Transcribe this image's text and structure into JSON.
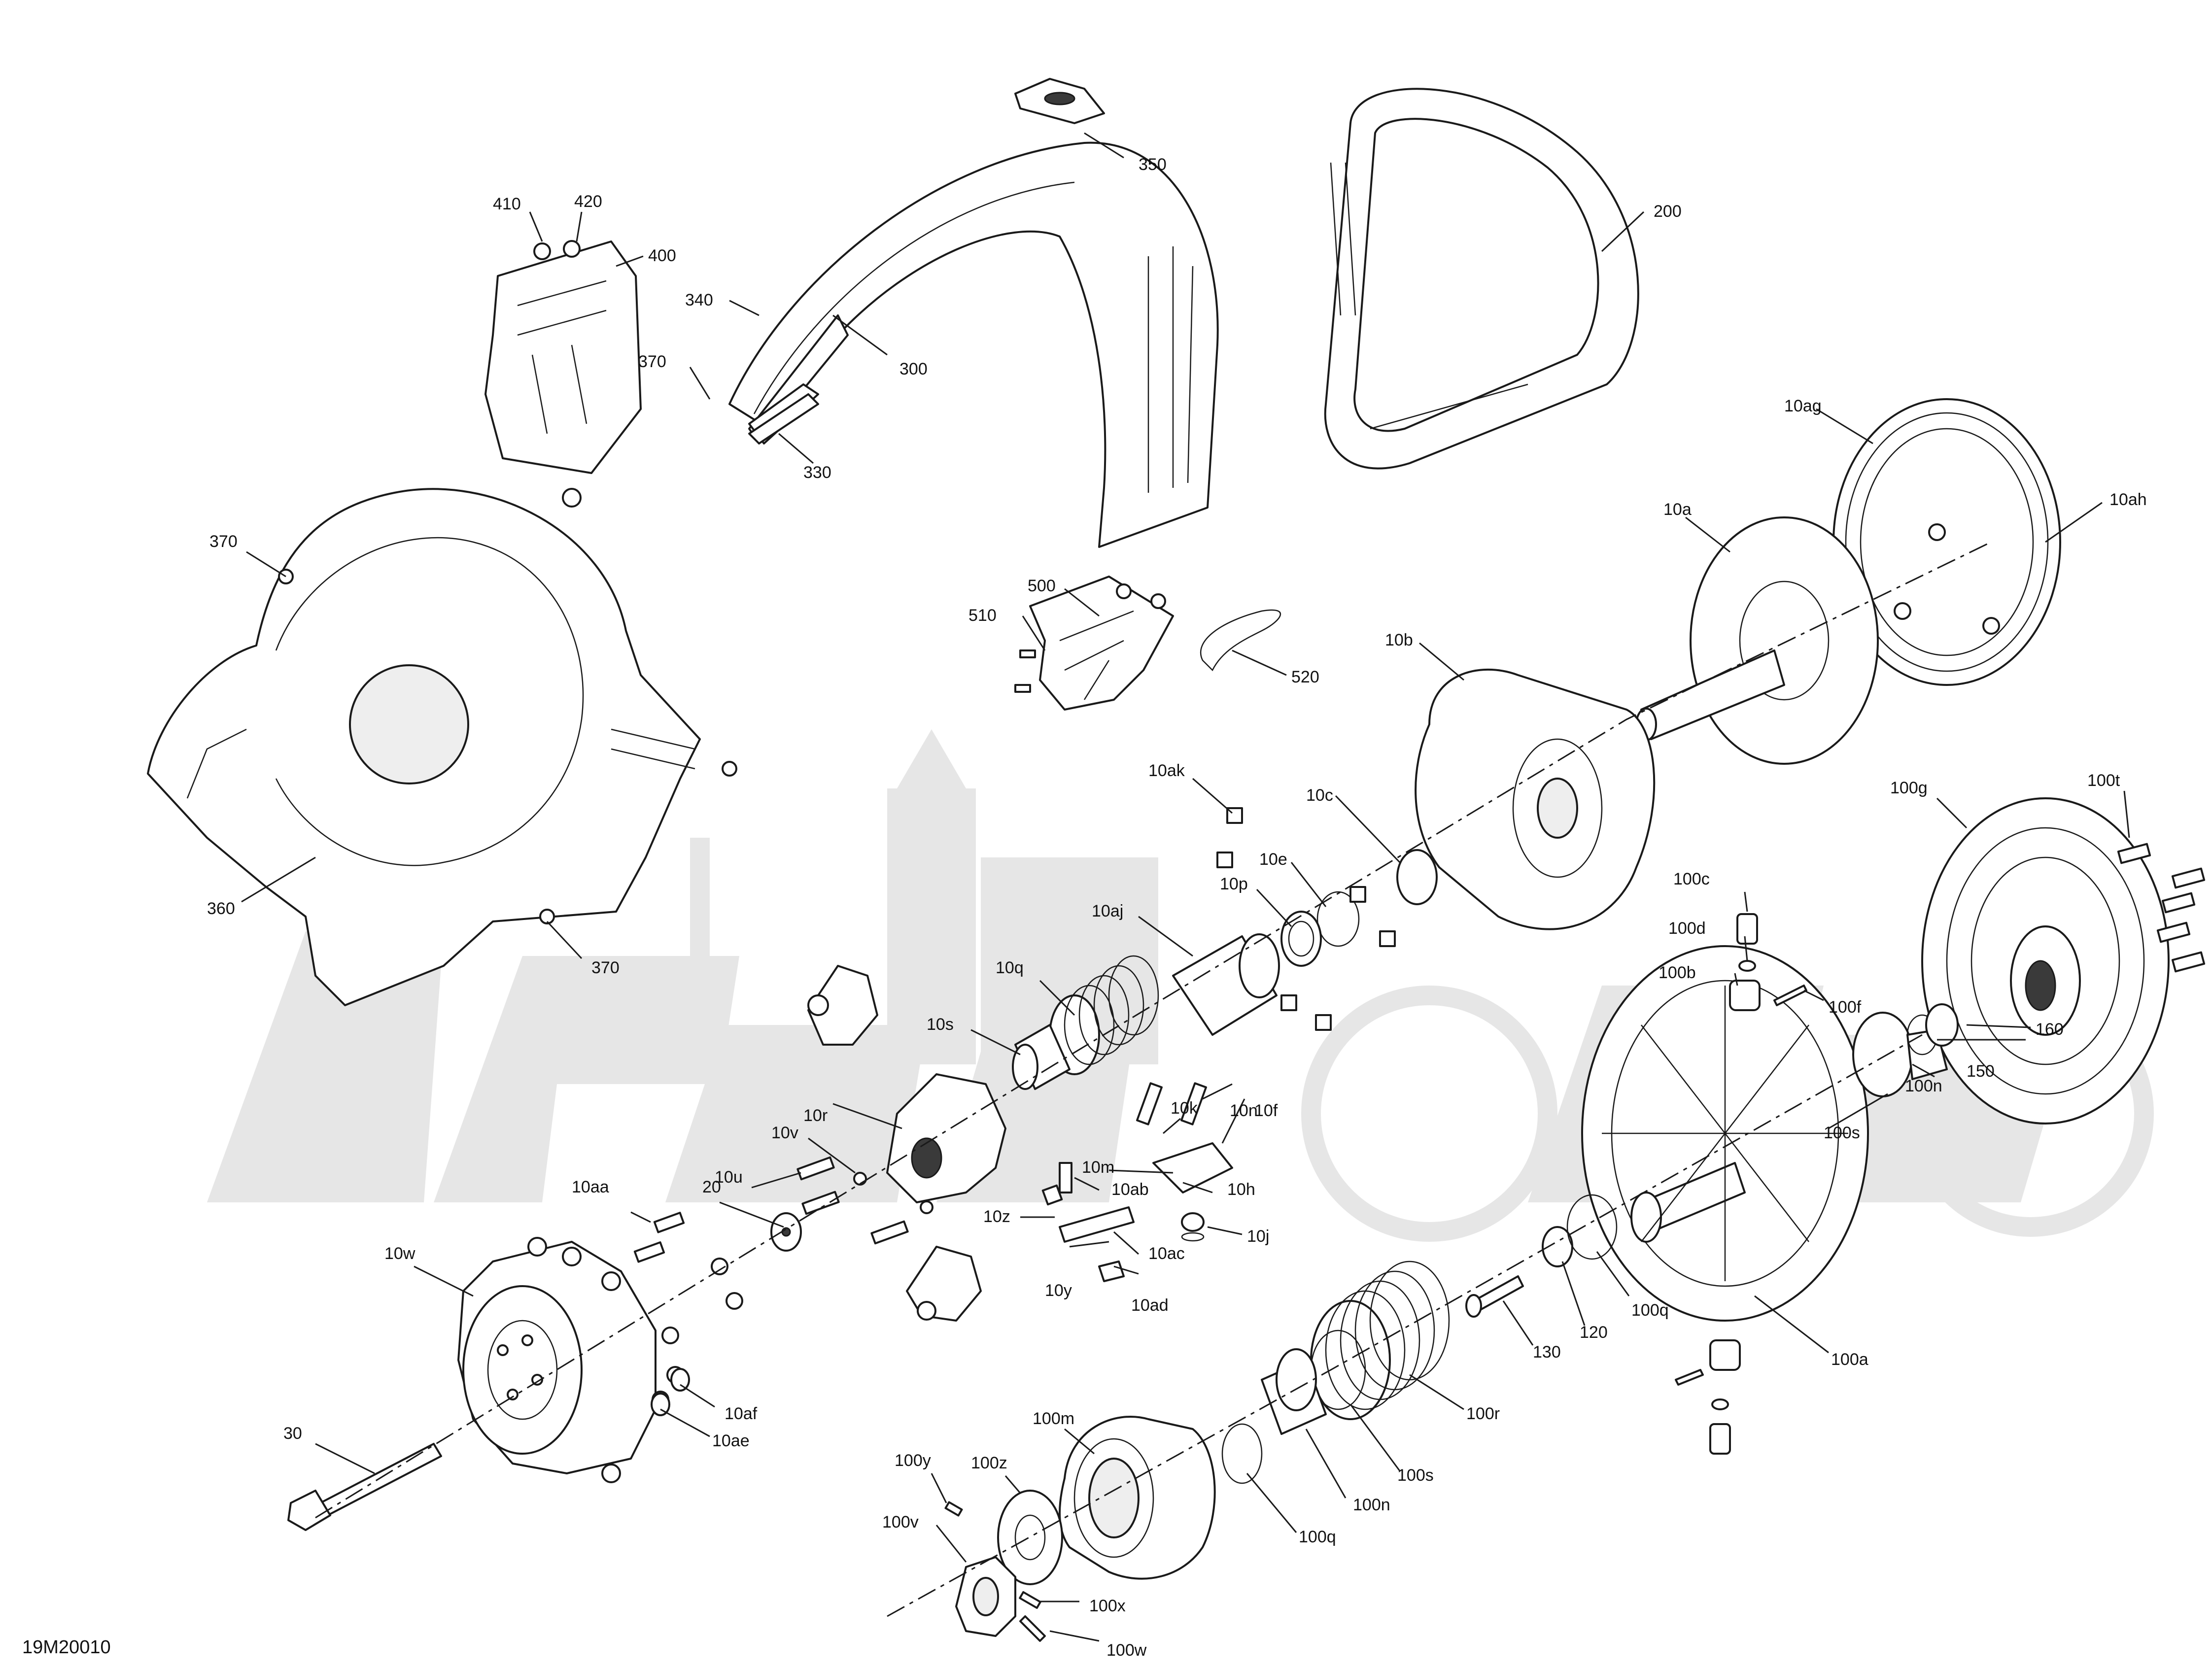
{
  "diagram": {
    "code": "19M20010",
    "callouts": [
      "410",
      "420",
      "400",
      "340",
      "300",
      "350",
      "200",
      "370",
      "330",
      "10ag",
      "10ah",
      "10a",
      "370",
      "500",
      "510",
      "520",
      "10b",
      "360",
      "10ak",
      "10c",
      "10e",
      "370",
      "10p",
      "100t",
      "100g",
      "10aj",
      "100c",
      "100d",
      "10q",
      "100b",
      "100f",
      "10s",
      "10k",
      "10n",
      "10r",
      "10f",
      "10v",
      "10m",
      "10u",
      "10ab",
      "10h",
      "10aa",
      "20",
      "10z",
      "10ac",
      "10j",
      "10w",
      "10y",
      "10ad",
      "130",
      "120",
      "100q",
      "100a",
      "100r",
      "10af",
      "10ae",
      "30",
      "100m",
      "100s",
      "100n",
      "100y",
      "100z",
      "100q",
      "100v",
      "100x",
      "100w",
      "160",
      "150",
      "100n",
      "100s"
    ]
  }
}
